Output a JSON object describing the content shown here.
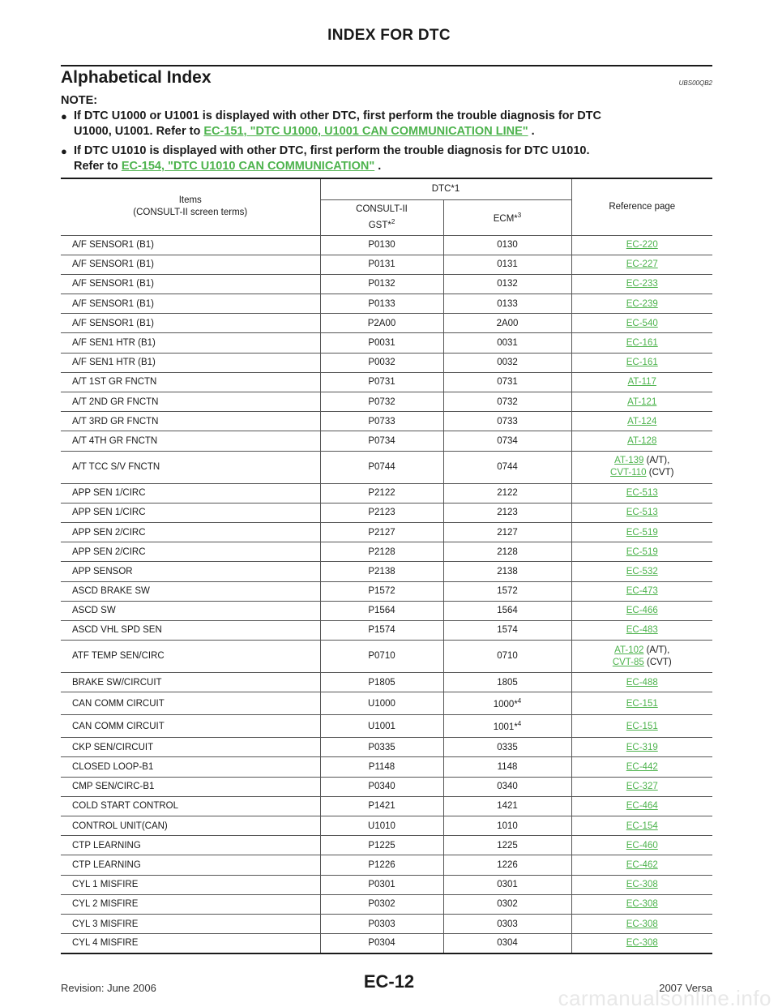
{
  "header": {
    "title": "INDEX FOR DTC"
  },
  "section": {
    "title": "Alphabetical Index",
    "code": "UBS00QB2"
  },
  "note": {
    "label": "NOTE:",
    "items": [
      {
        "line1": "If DTC U1000 or U1001 is displayed with other DTC, first perform the trouble diagnosis for DTC",
        "line2_prefix": "U1000, U1001. Refer to ",
        "link": "EC-151, \"DTC U1000, U1001 CAN COMMUNICATION LINE\"",
        "suffix": " ."
      },
      {
        "line1": "If DTC U1010 is displayed with other DTC, first perform the trouble diagnosis for DTC U1010.",
        "line2_prefix": "Refer to ",
        "link": "EC-154, \"DTC U1010 CAN COMMUNICATION\"",
        "suffix": " ."
      }
    ]
  },
  "table": {
    "headers": {
      "items": "Items",
      "items_sub": "(CONSULT-II screen terms)",
      "dtc": "DTC*1",
      "consult": "CONSULT-II",
      "gst": "GST*",
      "gst_sup": "2",
      "ecm": "ECM*",
      "ecm_sup": "3",
      "reference": "Reference page"
    },
    "rows": [
      {
        "item": "A/F SENSOR1 (B1)",
        "consult": "P0130",
        "ecm": "0130",
        "ref": "EC-220"
      },
      {
        "item": "A/F SENSOR1 (B1)",
        "consult": "P0131",
        "ecm": "0131",
        "ref": "EC-227"
      },
      {
        "item": "A/F SENSOR1 (B1)",
        "consult": "P0132",
        "ecm": "0132",
        "ref": "EC-233"
      },
      {
        "item": "A/F SENSOR1 (B1)",
        "consult": "P0133",
        "ecm": "0133",
        "ref": "EC-239"
      },
      {
        "item": "A/F SENSOR1 (B1)",
        "consult": "P2A00",
        "ecm": "2A00",
        "ref": "EC-540"
      },
      {
        "item": "A/F SEN1 HTR (B1)",
        "consult": "P0031",
        "ecm": "0031",
        "ref": "EC-161"
      },
      {
        "item": "A/F SEN1 HTR (B1)",
        "consult": "P0032",
        "ecm": "0032",
        "ref": "EC-161"
      },
      {
        "item": "A/T 1ST GR FNCTN",
        "consult": "P0731",
        "ecm": "0731",
        "ref": "AT-117"
      },
      {
        "item": "A/T 2ND GR FNCTN",
        "consult": "P0732",
        "ecm": "0732",
        "ref": "AT-121"
      },
      {
        "item": "A/T 3RD GR FNCTN",
        "consult": "P0733",
        "ecm": "0733",
        "ref": "AT-124"
      },
      {
        "item": "A/T 4TH GR FNCTN",
        "consult": "P0734",
        "ecm": "0734",
        "ref": "AT-128"
      },
      {
        "item": "A/T TCC S/V FNCTN",
        "consult": "P0744",
        "ecm": "0744",
        "ref": "AT-139",
        "ref_note": " (A/T),",
        "ref2": "CVT-110",
        "ref2_note": " (CVT)"
      },
      {
        "item": "APP SEN 1/CIRC",
        "consult": "P2122",
        "ecm": "2122",
        "ref": "EC-513"
      },
      {
        "item": "APP SEN 1/CIRC",
        "consult": "P2123",
        "ecm": "2123",
        "ref": "EC-513"
      },
      {
        "item": "APP SEN 2/CIRC",
        "consult": "P2127",
        "ecm": "2127",
        "ref": "EC-519"
      },
      {
        "item": "APP SEN 2/CIRC",
        "consult": "P2128",
        "ecm": "2128",
        "ref": "EC-519"
      },
      {
        "item": "APP SENSOR",
        "consult": "P2138",
        "ecm": "2138",
        "ref": "EC-532"
      },
      {
        "item": "ASCD BRAKE SW",
        "consult": "P1572",
        "ecm": "1572",
        "ref": "EC-473"
      },
      {
        "item": "ASCD SW",
        "consult": "P1564",
        "ecm": "1564",
        "ref": "EC-466"
      },
      {
        "item": "ASCD VHL SPD SEN",
        "consult": "P1574",
        "ecm": "1574",
        "ref": "EC-483"
      },
      {
        "item": "ATF TEMP SEN/CIRC",
        "consult": "P0710",
        "ecm": "0710",
        "ref": "AT-102",
        "ref_note": " (A/T),",
        "ref2": "CVT-85",
        "ref2_note": " (CVT)"
      },
      {
        "item": "BRAKE SW/CIRCUIT",
        "consult": "P1805",
        "ecm": "1805",
        "ref": "EC-488"
      },
      {
        "item": "CAN COMM CIRCUIT",
        "consult": "U1000",
        "ecm": "1000*",
        "ecm_sup": "4",
        "ref": "EC-151"
      },
      {
        "item": "CAN COMM CIRCUIT",
        "consult": "U1001",
        "ecm": "1001*",
        "ecm_sup": "4",
        "ref": "EC-151"
      },
      {
        "item": "CKP SEN/CIRCUIT",
        "consult": "P0335",
        "ecm": "0335",
        "ref": "EC-319"
      },
      {
        "item": "CLOSED LOOP-B1",
        "consult": "P1148",
        "ecm": "1148",
        "ref": "EC-442"
      },
      {
        "item": "CMP SEN/CIRC-B1",
        "consult": "P0340",
        "ecm": "0340",
        "ref": "EC-327"
      },
      {
        "item": "COLD START CONTROL",
        "consult": "P1421",
        "ecm": "1421",
        "ref": "EC-464"
      },
      {
        "item": "CONTROL UNIT(CAN)",
        "consult": "U1010",
        "ecm": "1010",
        "ref": "EC-154"
      },
      {
        "item": "CTP LEARNING",
        "consult": "P1225",
        "ecm": "1225",
        "ref": "EC-460"
      },
      {
        "item": "CTP LEARNING",
        "consult": "P1226",
        "ecm": "1226",
        "ref": "EC-462"
      },
      {
        "item": "CYL 1 MISFIRE",
        "consult": "P0301",
        "ecm": "0301",
        "ref": "EC-308"
      },
      {
        "item": "CYL 2 MISFIRE",
        "consult": "P0302",
        "ecm": "0302",
        "ref": "EC-308"
      },
      {
        "item": "CYL 3 MISFIRE",
        "consult": "P0303",
        "ecm": "0303",
        "ref": "EC-308"
      },
      {
        "item": "CYL 4 MISFIRE",
        "consult": "P0304",
        "ecm": "0304",
        "ref": "EC-308"
      }
    ]
  },
  "footer": {
    "revision": "Revision: June 2006",
    "page": "EC-12",
    "model": "2007 Versa",
    "watermark": "carmanualsonline.info"
  }
}
